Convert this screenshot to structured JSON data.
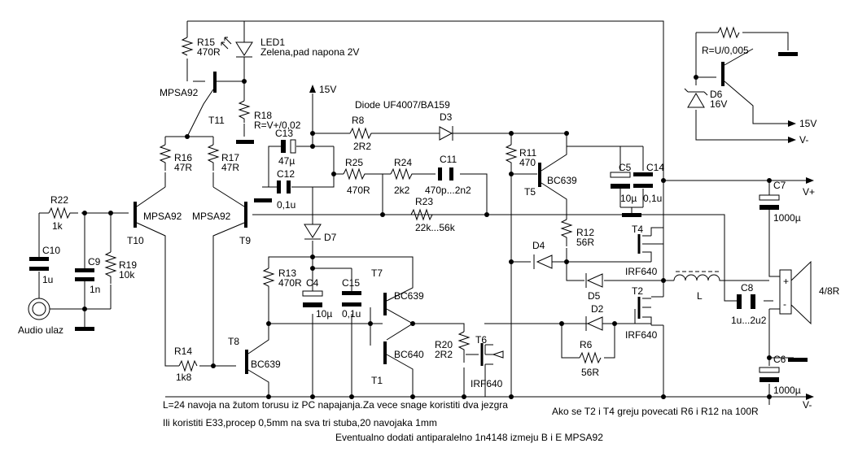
{
  "components": {
    "r15": {
      "ref": "R15",
      "value": "470R"
    },
    "led1": {
      "ref": "LED1",
      "desc": "Zelena,pad napona 2V"
    },
    "t11": {
      "part": "MPSA92",
      "ref": "T11"
    },
    "r18": {
      "ref": "R18",
      "value": "R=V+/0,02"
    },
    "supply_15v": "15V",
    "diode_note": "Diode UF4007/BA159",
    "r8": {
      "ref": "R8",
      "value": "2R2"
    },
    "d3": {
      "ref": "D3"
    },
    "r16": {
      "ref": "R16",
      "value": "47R"
    },
    "r17": {
      "ref": "R17",
      "value": "47R"
    },
    "c13": {
      "ref": "C13",
      "value": "47µ"
    },
    "c12": {
      "ref": "C12",
      "value": "0,1u"
    },
    "r25": {
      "ref": "R25",
      "value": "470R"
    },
    "r24": {
      "ref": "R24",
      "value": "2k2"
    },
    "c11": {
      "ref": "C11",
      "value": "470p...2n2"
    },
    "r23": {
      "ref": "R23",
      "value": "22k...56k"
    },
    "r11": {
      "ref": "R11",
      "value": "470"
    },
    "t5": {
      "part": "BC639",
      "ref": "T5"
    },
    "c5": {
      "ref": "C5",
      "value": "10µ"
    },
    "c14": {
      "ref": "C14",
      "value": "0,1u"
    },
    "c7": {
      "ref": "C7",
      "value": "1000µ"
    },
    "rail_vplus": "V+",
    "rail_vminus": "V-",
    "r22": {
      "ref": "R22",
      "value": "1k"
    },
    "t10": {
      "part": "MPSA92",
      "ref": "T10"
    },
    "t9": {
      "part": "MPSA92",
      "ref": "T9"
    },
    "c10": {
      "ref": "C10",
      "value": "1u"
    },
    "c9": {
      "ref": "C9",
      "value": "1n"
    },
    "r19": {
      "ref": "R19",
      "value": "10k"
    },
    "audio_in": "Audio ulaz",
    "d7": {
      "ref": "D7"
    },
    "r12": {
      "ref": "R12",
      "value": "56R"
    },
    "d4": {
      "ref": "D4"
    },
    "t4": {
      "ref": "T4",
      "part": "IRF640"
    },
    "r13": {
      "ref": "R13",
      "value": "470R"
    },
    "c4": {
      "ref": "C4",
      "value": "10µ"
    },
    "c15": {
      "ref": "C15",
      "value": "0,1u"
    },
    "t7": {
      "ref": "T7",
      "part": "BC639"
    },
    "d5": {
      "ref": "D5"
    },
    "inductor": {
      "ref": "L"
    },
    "speaker": {
      "value": "4/8R",
      "plus": "+",
      "minus": "-"
    },
    "t2": {
      "ref": "T2",
      "part": "IRF640"
    },
    "d2": {
      "ref": "D2"
    },
    "c8": {
      "ref": "C8",
      "value": "1u...2u2"
    },
    "t8": {
      "ref": "T8",
      "part": "BC639"
    },
    "r14": {
      "ref": "R14",
      "value": "1k8"
    },
    "t1": {
      "ref": "T1",
      "part": "BC640"
    },
    "r20": {
      "ref": "R20",
      "value": "2R2"
    },
    "t6": {
      "ref": "T6",
      "part": "IRF640"
    },
    "r6": {
      "ref": "R6",
      "value": "56R"
    },
    "c6": {
      "ref": "C6",
      "value": "1000µ"
    },
    "inset": {
      "formula": "R=U/0,005",
      "d6": {
        "ref": "D6",
        "value": "16V"
      },
      "v15": "15V",
      "vminus": "V-"
    }
  },
  "notes": {
    "line1": "L=24 navoja na žutom torusu iz PC napajanja.Za vece snage koristiti dva jezgra",
    "line2": "Ili koristiti E33,procep 0,5mm na sva tri stuba,20 navojaka 1mm",
    "line3": "Eventualno dodati antiparalelno 1n4148 izmeju B i E MPSA92",
    "line_right": "Ako se T2 i T4 greju povecati R6 i R12 na 100R"
  }
}
